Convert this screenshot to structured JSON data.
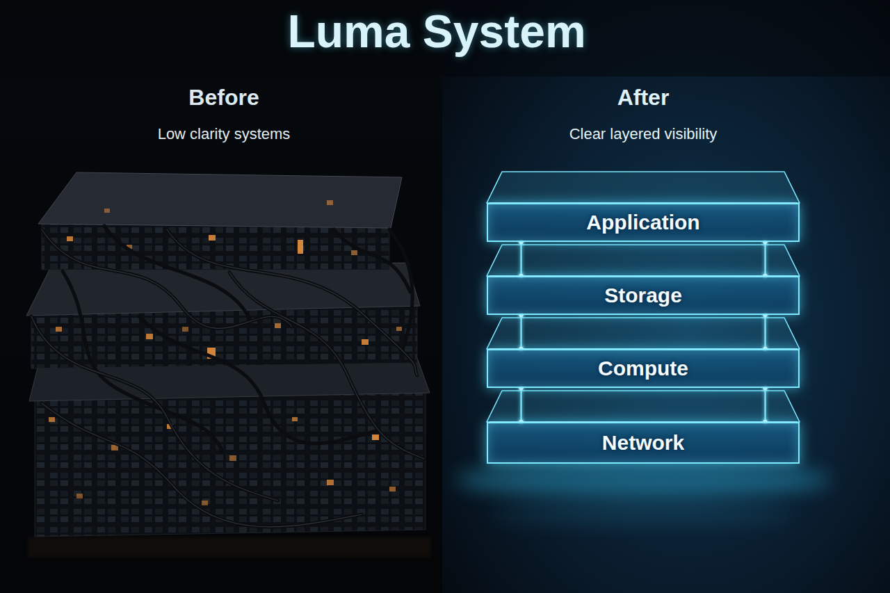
{
  "diagram": {
    "title": "Luma System",
    "nodes": [
      {
        "text": [
          "Application"
        ]
      },
      {
        "text": [
          "Storage"
        ]
      },
      {
        "text": [
          "Compute"
        ]
      },
      {
        "text": [
          "Network"
        ]
      }
    ],
    "edges": [
      {
        "from": 0,
        "to": 1,
        "arrow": "none"
      },
      {
        "from": 1,
        "to": 2,
        "arrow": "none"
      },
      {
        "from": 2,
        "to": 3,
        "arrow": "none"
      }
    ],
    "labels": [
      "Before",
      "Low clarity systems",
      "After",
      "Clear layered visibility"
    ]
  }
}
